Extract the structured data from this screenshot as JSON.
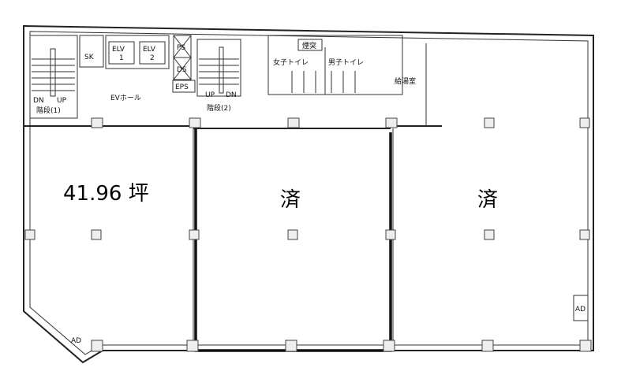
{
  "plan": {
    "area_label": "41.96 坪",
    "occupied_labels": [
      "済",
      "済"
    ],
    "rooms": {
      "stairs1": "階段(1)",
      "stairs2": "階段(2)",
      "ev_hall": "EVホール",
      "elv1": "ELV\n1",
      "elv1_a": "ELV",
      "elv1_b": "1",
      "elv2_a": "ELV",
      "elv2_b": "2",
      "sk": "SK",
      "eps": "EPS",
      "ps": "PS",
      "ds": "DS",
      "womens_toilet": "女子トイレ",
      "mens_toilet": "男子トイレ",
      "smoke": "煙突",
      "kitchenette": "給湯室",
      "up": "UP",
      "dn": "DN",
      "ad": "AD"
    }
  }
}
